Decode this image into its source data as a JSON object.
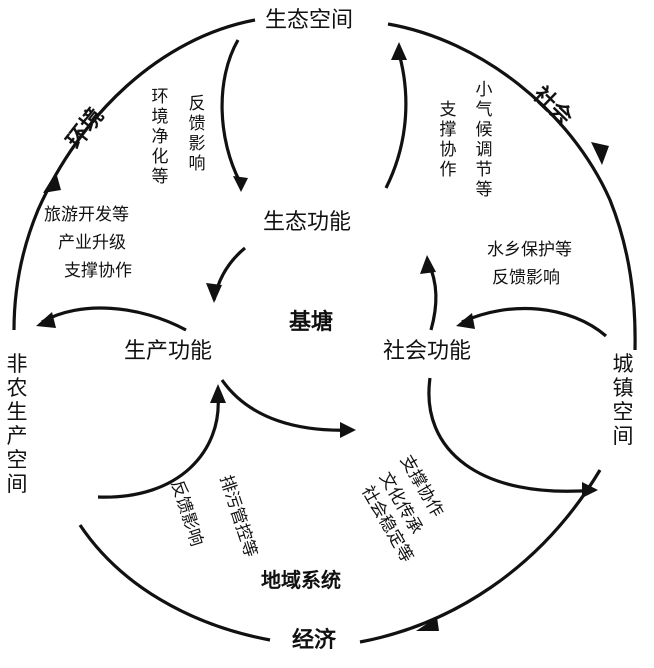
{
  "spaces": {
    "ecological": "生态空间",
    "nonagricultural": "非农生产空间",
    "urban": "城镇空间"
  },
  "outer_relations": {
    "environment": "环境",
    "society": "社会",
    "economy": "经济"
  },
  "center": "基塘",
  "regional_system": "地域系统",
  "functions": {
    "ecological": "生态功能",
    "production": "生产功能",
    "social": "社会功能"
  },
  "flows": {
    "eco_feedback_1": "反馈影响",
    "eco_feedback_2": "环境净化等",
    "climate_1": "小气候调节等",
    "climate_2": "支撑协作",
    "tourism_1": "旅游开发等",
    "tourism_2": "产业升级",
    "tourism_3": "支撑协作",
    "water_1": "水乡保护等",
    "water_2": "反馈影响",
    "pollution_1": "排污管控等",
    "pollution_2": "反馈影响",
    "culture_1": "支撑协作",
    "culture_2": "文化传承",
    "culture_3": "社会稳定等"
  }
}
